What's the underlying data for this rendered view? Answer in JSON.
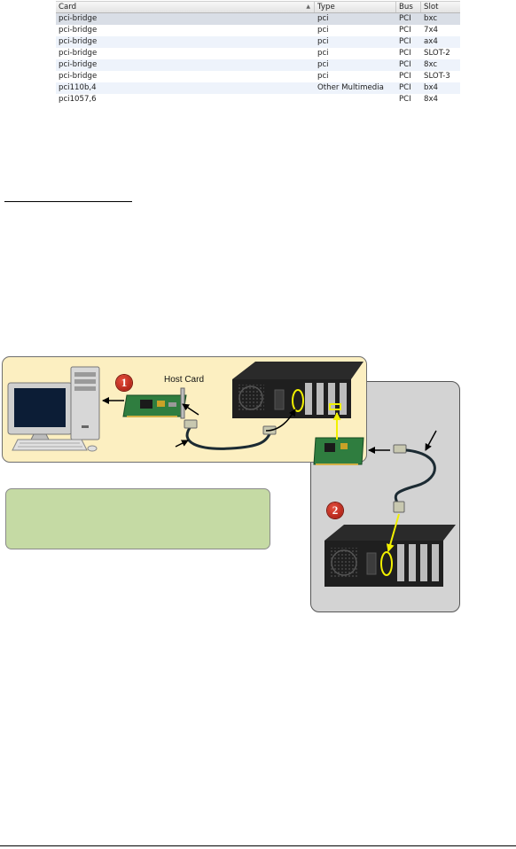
{
  "device_table": {
    "headers": [
      "Card",
      "Type",
      "Bus",
      "Slot"
    ],
    "rows": [
      [
        "pci-bridge",
        "pci",
        "PCI",
        "bxc"
      ],
      [
        "pci-bridge",
        "pci",
        "PCI",
        "7x4"
      ],
      [
        "pci-bridge",
        "pci",
        "PCI",
        "ax4"
      ],
      [
        "pci-bridge",
        "pci",
        "PCI",
        "SLOT-2"
      ],
      [
        "pci-bridge",
        "pci",
        "PCI",
        "8xc"
      ],
      [
        "pci-bridge",
        "pci",
        "PCI",
        "SLOT-3"
      ],
      [
        "pci110b,4",
        "Other Multimedia",
        "PCI",
        "bx4"
      ],
      [
        "pci1057,6",
        "",
        "PCI",
        "8x4"
      ]
    ]
  },
  "diagram": {
    "host_card_label": "Host Card",
    "callouts": [
      "1",
      "2"
    ]
  },
  "colors": {
    "cream_panel": "#fcefc1",
    "grey_panel": "#d3d3d3",
    "green_box": "#c5daa4",
    "callout_red": "#c0261a",
    "arrow_yellow": "#f1f000"
  }
}
